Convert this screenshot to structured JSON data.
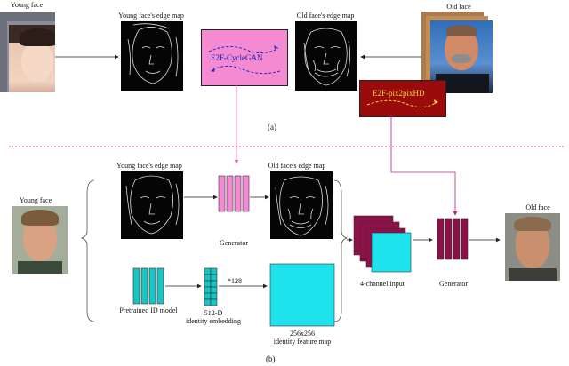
{
  "part_a": {
    "young_face_label": "Young face",
    "young_edge_label": "Young face's edge map",
    "old_edge_label": "Old face's edge map",
    "old_face_label": "Old face",
    "cyclegan_label": "E2F-CycleGAN",
    "pix2pixhd_label": "E2F-pix2pixHD",
    "caption": "(a)"
  },
  "part_b": {
    "young_face_label": "Young face",
    "young_edge_label": "Young face's edge map",
    "old_edge_label": "Old face's edge map",
    "generator1_label": "Generator",
    "input_label": "4-channel input",
    "generator2_label": "Generator",
    "old_face_label": "Old face",
    "id_model_label": "Pretrained ID model",
    "embedding_dim": "512-D",
    "embedding_label": "identity embedding",
    "scale_label": "*128",
    "feature_size": "256x256",
    "feature_label": "identity feature map",
    "caption": "(b)"
  },
  "colors": {
    "cyclegan_fill": "#f48ad1",
    "pix2pixhd_fill": "#9a0b0b",
    "pink_arrow": "#e06ac0",
    "magenta_arrow": "#c2208f",
    "teal": "#18c4c4",
    "cyan_map": "#1ee3ec",
    "maroon": "#8f1048",
    "separator": "#f5a3d2"
  }
}
